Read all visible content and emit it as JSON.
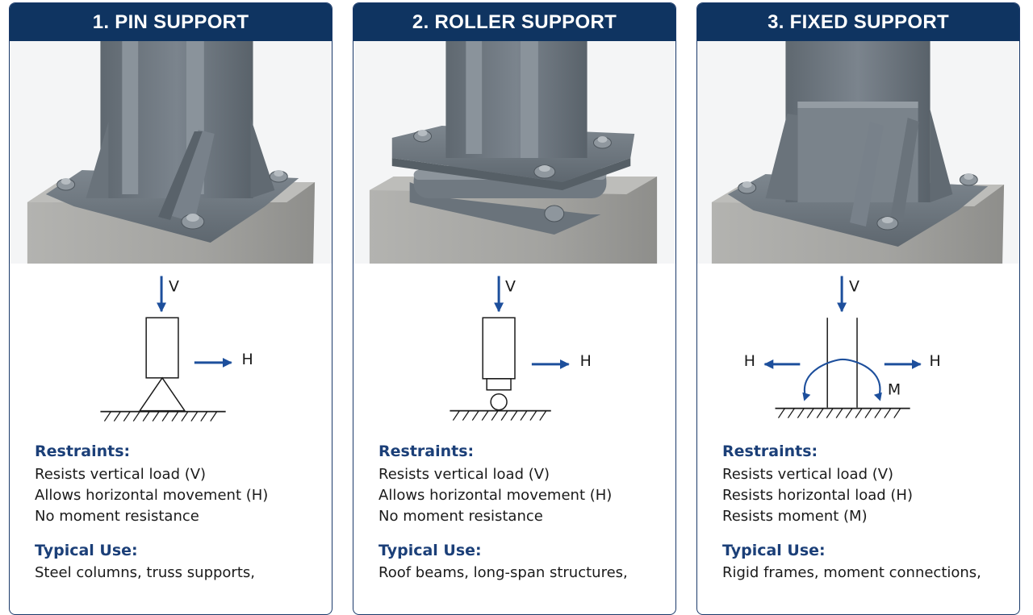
{
  "cards": [
    {
      "header": "1. PIN SUPPORT",
      "diagram_labels": {
        "v": "V",
        "h": "H"
      },
      "restraints_title": "Restraints:",
      "restraints": [
        "Resists vertical load (V)",
        "Allows horizontal movement (H)",
        "No moment resistance"
      ],
      "use_title": "Typical Use:",
      "use_text": "Steel columns, truss supports,"
    },
    {
      "header": "2. ROLLER SUPPORT",
      "diagram_labels": {
        "v": "V",
        "h": "H"
      },
      "restraints_title": "Restraints:",
      "restraints": [
        "Resists vertical load (V)",
        "Allows horizontal movement (H)",
        "No moment resistance"
      ],
      "use_title": "Typical Use:",
      "use_text": "Roof beams, long-span structures,"
    },
    {
      "header": "3. FIXED SUPPORT",
      "diagram_labels": {
        "v": "V",
        "h_left": "H",
        "h_right": "H",
        "m": "M"
      },
      "restraints_title": "Restraints:",
      "restraints": [
        "Resists vertical load (V)",
        "Resists horizontal load (H)",
        "Resists moment (M)"
      ],
      "use_title": "Typical Use:",
      "use_text": "Rigid frames, moment connections,"
    }
  ],
  "colors": {
    "header_bg": "#0f3461",
    "border": "#1b3a6b",
    "arrow_blue": "#1d4f9c",
    "section_title": "#1b3f78",
    "steel": "#6d767f",
    "concrete": "#a9a9a6"
  }
}
